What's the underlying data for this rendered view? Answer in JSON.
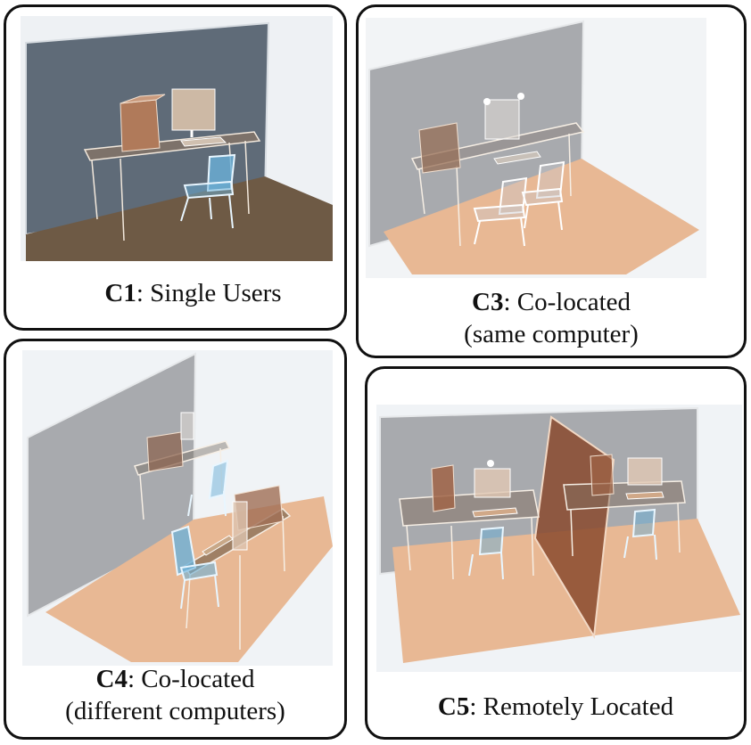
{
  "panels": [
    {
      "id": "C1",
      "label": "C1",
      "caption": "Single Users",
      "caption_line2": ""
    },
    {
      "id": "C3",
      "label": "C3",
      "caption": "Co-located",
      "caption_line2": "(same computer)"
    },
    {
      "id": "C4",
      "label": "C4",
      "caption": "Co-located",
      "caption_line2": "(different computers)"
    },
    {
      "id": "C5",
      "label": "C5",
      "caption": "Remotely Located",
      "caption_line2": ""
    }
  ],
  "colors": {
    "wall_dark": "#5f6b78",
    "wall_grey": "#a8aaae",
    "floor_dark": "#6e5a45",
    "floor_peach": "#e8b894",
    "partition": "#8a4a2e",
    "chair_blue": "#6ab0d8",
    "box": "#a8785e"
  }
}
